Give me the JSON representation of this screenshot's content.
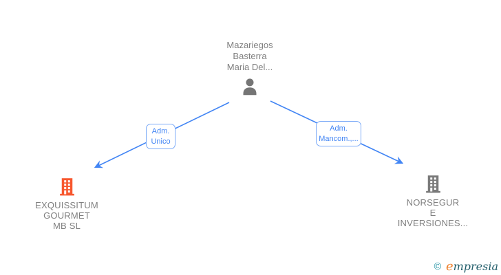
{
  "colors": {
    "edge_blue": "#4285f4",
    "label_border_blue": "#7baaf7",
    "text_gray": "#7f7f7f",
    "person_icon_gray": "#757575",
    "company_left_orange": "#f7572e",
    "company_right_gray": "#7a7a7a",
    "watermark_teal": "#2b97a8",
    "watermark_orange": "#ef822f",
    "watermark_dark_teal": "#235e6b"
  },
  "person": {
    "name_lines": [
      "Mazariegos",
      "Basterra",
      "Maria Del..."
    ]
  },
  "edges": [
    {
      "label_lines": [
        "Adm.",
        "Unico"
      ]
    },
    {
      "label_lines": [
        "Adm.",
        "Mancom.,..."
      ]
    }
  ],
  "companies": [
    {
      "name_lines": [
        "EXQUISSITUM",
        "GOURMET",
        "MB SL"
      ]
    },
    {
      "name_lines": [
        "NORSEGUR",
        "E",
        "INVERSIONES..."
      ]
    }
  ],
  "watermark": {
    "copyright_symbol": "©",
    "brand_initial": "e",
    "brand_rest": "mpresia"
  }
}
